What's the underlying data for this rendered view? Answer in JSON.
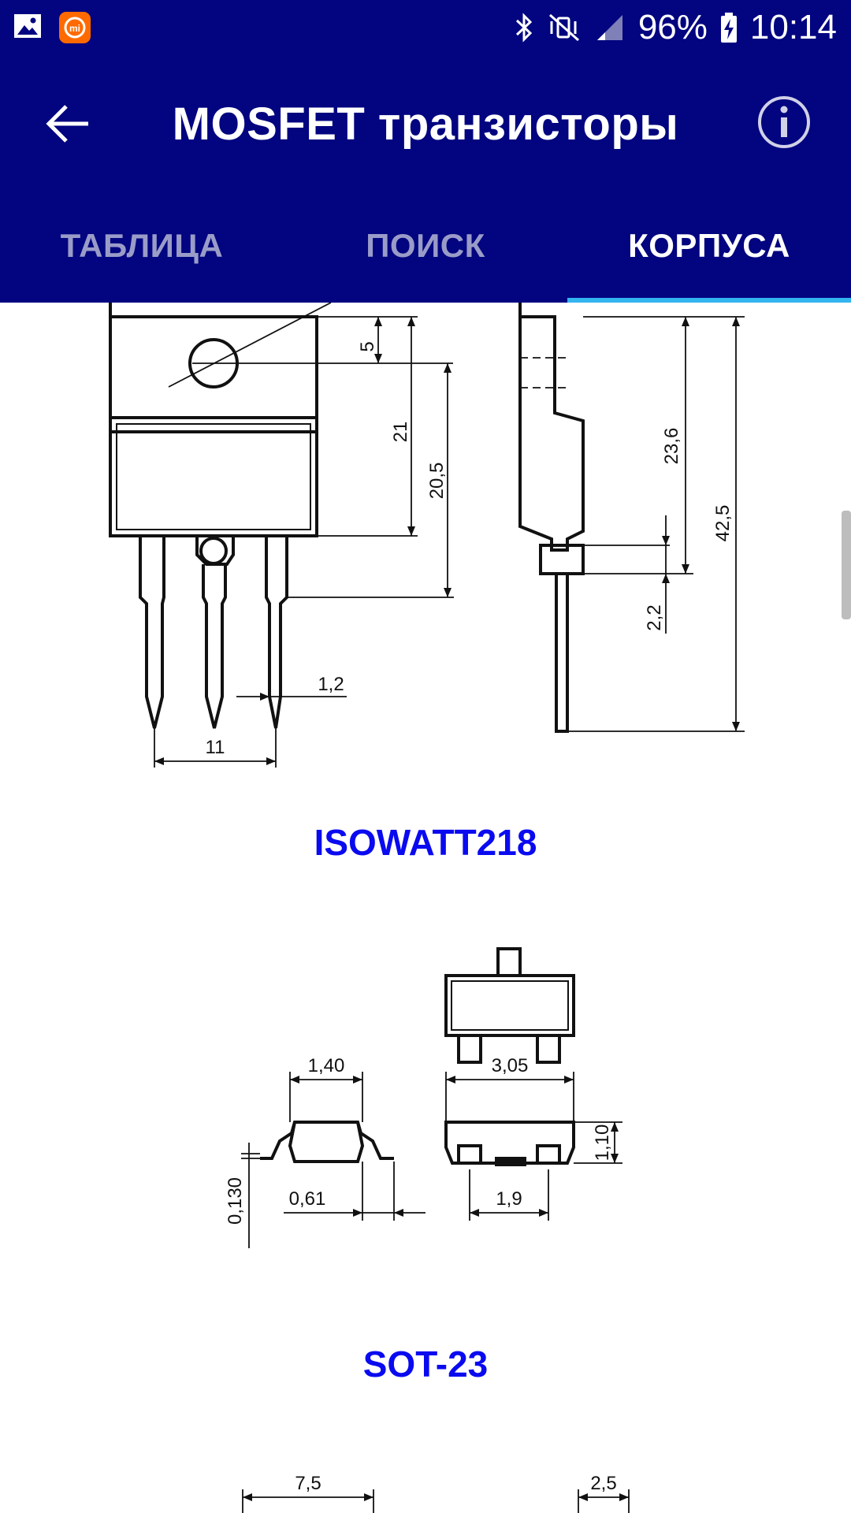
{
  "status_bar": {
    "battery": "96%",
    "time": "10:14",
    "icons": [
      "gallery-icon",
      "mi-app-icon",
      "bluetooth-icon",
      "mute-vibrate-icon",
      "signal-icon",
      "battery-charging-icon"
    ]
  },
  "app_bar": {
    "title": "MOSFET транзисторы",
    "back_icon": "arrow-left-icon",
    "info_icon": "info-circle-icon"
  },
  "tabs": [
    {
      "label": "ТАБЛИЦА",
      "active": false
    },
    {
      "label": "ПОИСК",
      "active": false
    },
    {
      "label": "КОРПУСА",
      "active": true
    }
  ],
  "packages": [
    {
      "name": "ISOWATT218",
      "dimensions": [
        "5",
        "21",
        "20,5",
        "23,6",
        "42,5",
        "2,2",
        "1,2",
        "11"
      ]
    },
    {
      "name": "SOT-23",
      "dimensions": [
        "1,40",
        "3,05",
        "1,10",
        "0,130",
        "0,61",
        "1,9"
      ]
    },
    {
      "name": "",
      "dimensions": [
        "7,5",
        "2,5"
      ]
    }
  ],
  "colors": {
    "primary": "#02057f",
    "tab_indicator": "#33b5f0",
    "package_title": "#0a0af0"
  }
}
